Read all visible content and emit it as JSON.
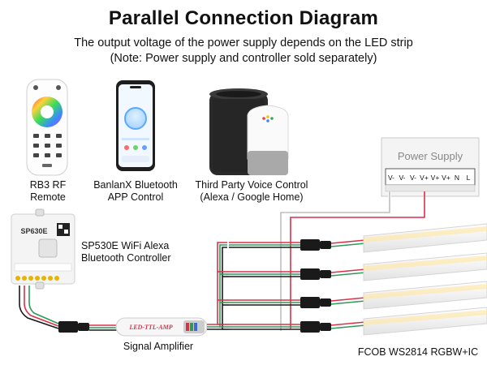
{
  "title": "Parallel Connection Diagram",
  "subtitle": "The output voltage of the power supply depends on the LED strip",
  "note": "(Note: Power supply and controller sold separately)",
  "devices": {
    "remote_label": "RB3 RF Remote",
    "app_label_1": "BanlanX Bluetooth",
    "app_label_2": "APP Control",
    "voice_label_1": "Third Party Voice Control",
    "voice_label_2": "(Alexa / Google Home)",
    "controller_label_1": "SP530E WiFi Alexa",
    "controller_label_2": "Bluetooth Controller",
    "controller_brand": "SP630E",
    "amplifier_label": "Signal Amplifier",
    "amplifier_text": "LED-TTL-AMP",
    "strip_label": "FCOB WS2814 RGBW+IC"
  },
  "power_supply": {
    "title": "Power Supply",
    "terminals": [
      "V-",
      "V-",
      "V-",
      "V+",
      "V+",
      "V+",
      "N",
      "L"
    ]
  },
  "colors": {
    "wire_red": "#d8324a",
    "wire_green": "#2f9a57",
    "wire_white": "#bfbfbf",
    "wire_black": "#1a1a1a",
    "strip_base": "#f3f3f3"
  }
}
